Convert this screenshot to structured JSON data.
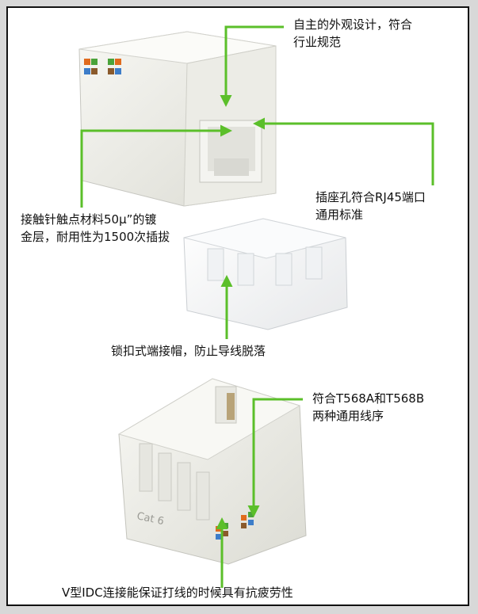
{
  "callouts": {
    "design_line1": "自主的外观设计，符合",
    "design_line2": "行业规范",
    "socket_line1": "插座孔符合RJ45端口",
    "socket_line2": "通用标准",
    "contact_line1": "接触针触点材料50μ”的镀",
    "contact_line2": "金层，耐用性为1500次插拔",
    "cap": "锁扣式端接帽，防止导线脱落",
    "wiring_line1": "符合T568A和T568B",
    "wiring_line2": "两种通用线序",
    "idc": "V型IDC连接能保证打线的时候具有抗疲劳性"
  },
  "product": {
    "marking": "Cat 6"
  },
  "colors": {
    "arrow": "#5bbf2a",
    "frame": "#111111",
    "background": "#d8d8d8"
  }
}
